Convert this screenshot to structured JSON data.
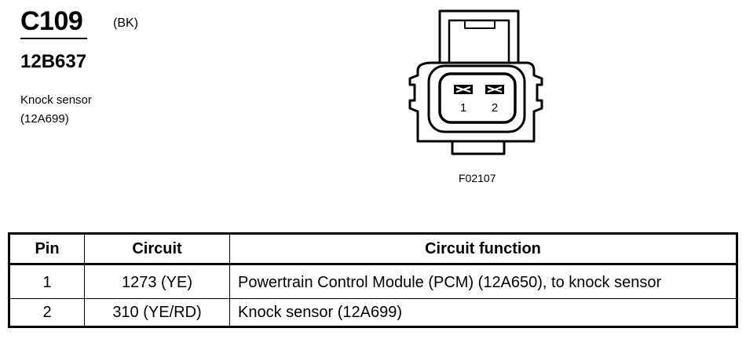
{
  "header": {
    "connector_id": "C109",
    "connector_color": "(BK)",
    "part_number": "12B637",
    "component_name": "Knock sensor",
    "component_part": "(12A699)"
  },
  "diagram": {
    "pin_labels": [
      "1",
      "2"
    ],
    "figure_id": "F02107"
  },
  "table": {
    "headers": {
      "pin": "Pin",
      "circuit": "Circuit",
      "function": "Circuit function"
    },
    "rows": [
      {
        "pin": "1",
        "circuit": "1273 (YE)",
        "function": "Powertrain Control Module (PCM) (12A650), to knock sensor"
      },
      {
        "pin": "2",
        "circuit": "310 (YE/RD)",
        "function": "Knock sensor (12A699)"
      }
    ]
  }
}
